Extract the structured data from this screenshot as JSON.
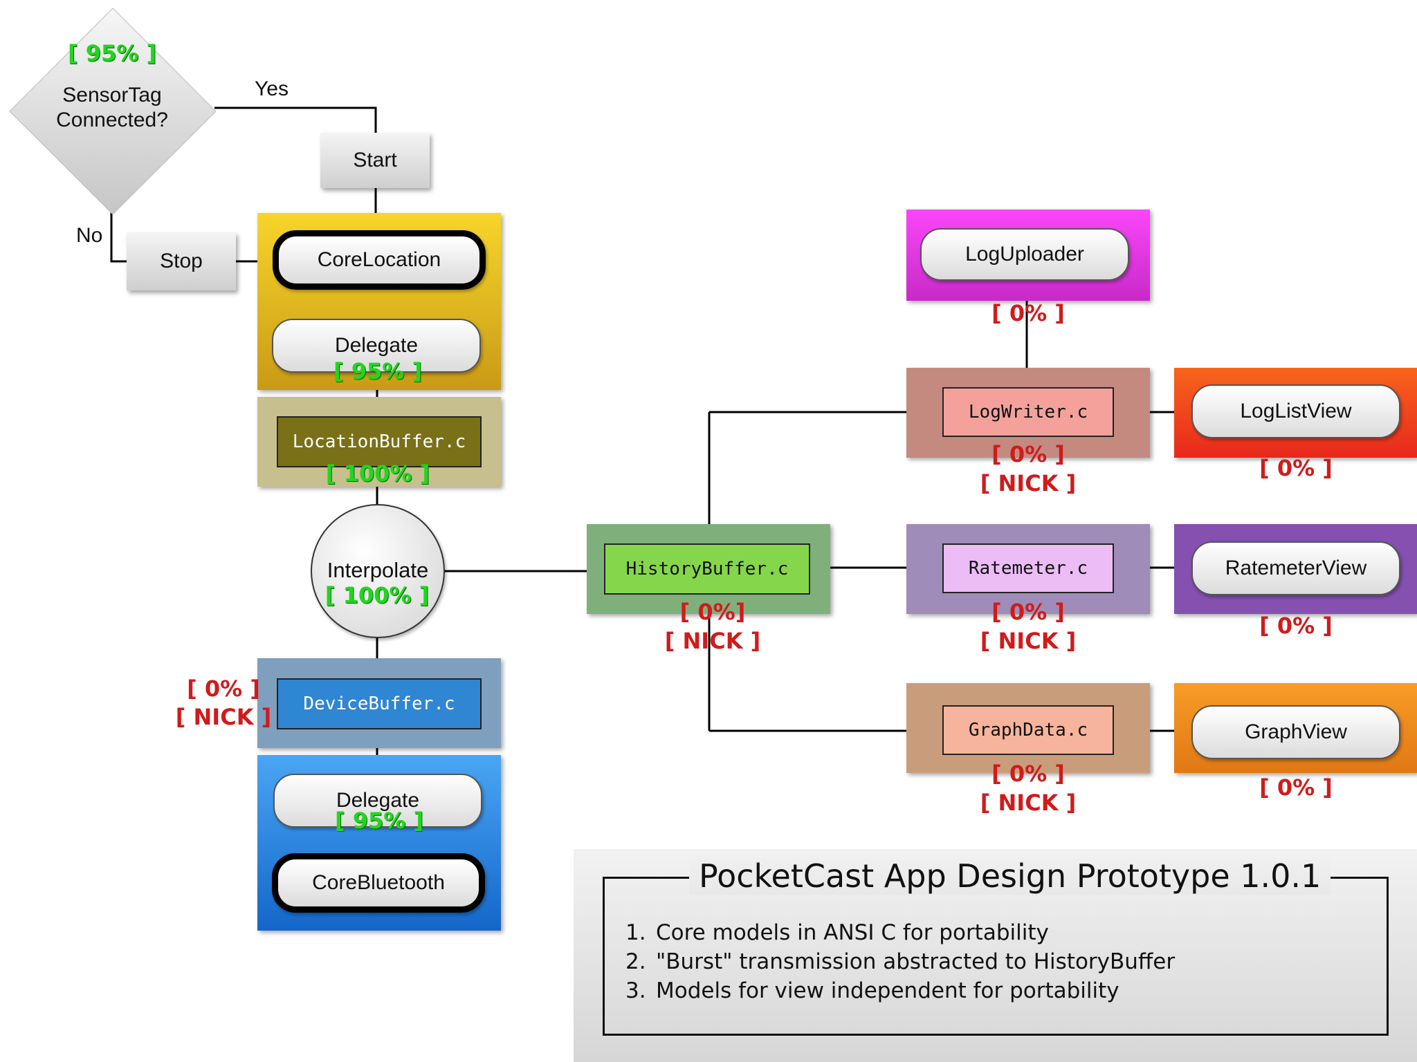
{
  "decision": {
    "percent": "[ 95% ]",
    "line1": "SensorTag",
    "line2": "Connected?",
    "yes": "Yes",
    "no": "No"
  },
  "start": "Start",
  "stop": "Stop",
  "core_location": "CoreLocation",
  "delegate_top": {
    "label": "Delegate",
    "percent": "[ 95% ]"
  },
  "location_buffer": {
    "label": "LocationBuffer.c",
    "percent": "[ 100% ]"
  },
  "interpolate": {
    "label": "Interpolate",
    "percent": "[ 100% ]"
  },
  "device_buffer": {
    "label": "DeviceBuffer.c",
    "percent": "[ 0% ]",
    "owner": "[ NICK ]"
  },
  "delegate_bottom": {
    "label": "Delegate",
    "percent": "[ 95% ]"
  },
  "core_bluetooth": "CoreBluetooth",
  "history_buffer": {
    "label": "HistoryBuffer.c",
    "percent": "[ 0%]",
    "owner": "[ NICK ]"
  },
  "log_uploader": {
    "label": "LogUploader",
    "percent": "[ 0% ]"
  },
  "log_writer": {
    "label": "LogWriter.c",
    "percent": "[ 0% ]",
    "owner": "[ NICK ]"
  },
  "log_list_view": {
    "label": "LogListView",
    "percent": "[ 0% ]"
  },
  "ratemeter": {
    "label": "Ratemeter.c",
    "percent": "[ 0% ]",
    "owner": "[ NICK ]"
  },
  "ratemeter_view": {
    "label": "RatemeterView",
    "percent": "[ 0% ]"
  },
  "graph_data": {
    "label": "GraphData.c",
    "percent": "[ 0% ]",
    "owner": "[ NICK ]"
  },
  "graph_view": {
    "label": "GraphView",
    "percent": "[ 0% ]"
  },
  "notes_panel": {
    "title": "PocketCast App Design Prototype 1.0.1",
    "items": [
      {
        "num": "1.",
        "text": "Core models in ANSI C for portability"
      },
      {
        "num": "2.",
        "text": "\"Burst\" transmission abstracted to HistoryBuffer"
      },
      {
        "num": "3.",
        "text": "Models for view independent for portability"
      }
    ]
  },
  "colors": {
    "core_location_region": "#e8b81a",
    "location_buffer_region": "#c8bf8e",
    "location_buffer_box": "#7a7018",
    "device_buffer_region": "#7f9fbe",
    "device_buffer_box": "#2f86d2",
    "core_bluetooth_region": "#1f78dc",
    "history_region": "#7fb07c",
    "history_box": "#86d64c",
    "log_uploader_region": "#e632e6",
    "log_writer_region": "#c48a80",
    "log_writer_box": "#f4a19c",
    "log_list_region": "#f04a1c",
    "ratemeter_region": "#a08cb8",
    "ratemeter_box": "#ecbcf6",
    "ratemeter_view_region": "#8550b0",
    "graph_data_region": "#c89d7c",
    "graph_data_box": "#f6b49c",
    "graph_view_region": "#f08c1c",
    "green_text": "#22d61e",
    "red_text": "#d11b1b"
  }
}
